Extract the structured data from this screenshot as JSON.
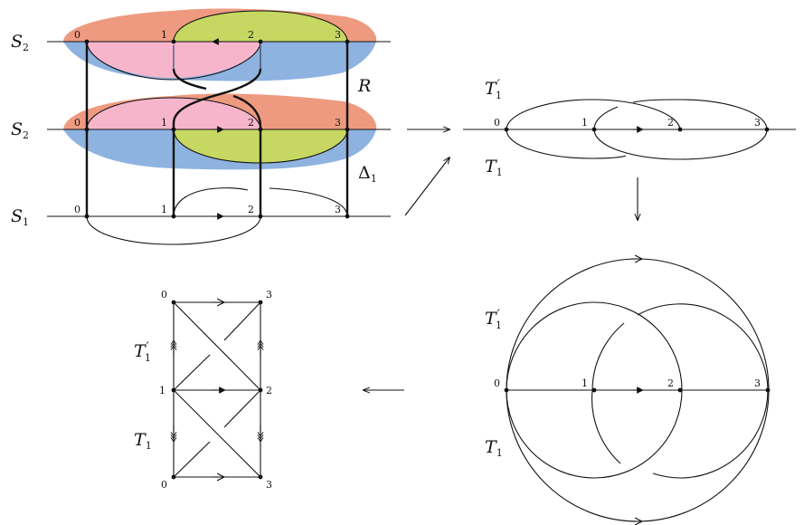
{
  "left_diagram": {
    "row_labels": [
      {
        "name": "S",
        "sub": "2"
      },
      {
        "name": "S",
        "sub": "2"
      },
      {
        "name": "S",
        "sub": "1"
      }
    ],
    "region_labels": [
      {
        "name": "R",
        "sub": ""
      },
      {
        "name": "Δ",
        "sub": "1"
      }
    ],
    "vertex_numbers": [
      "0",
      "1",
      "2",
      "3"
    ]
  },
  "middle_diagram": {
    "label_top": {
      "name": "T",
      "sub": "1",
      "prime": "′"
    },
    "label_bottom": {
      "name": "T",
      "sub": "1"
    },
    "vertex_numbers": [
      "0",
      "1",
      "2",
      "3"
    ]
  },
  "circle_diagram": {
    "label_top": {
      "name": "T",
      "sub": "1",
      "prime": "′"
    },
    "label_bottom": {
      "name": "T",
      "sub": "1"
    },
    "vertex_numbers": [
      "0",
      "1",
      "2",
      "3"
    ]
  },
  "graph_diagram": {
    "label_top": {
      "name": "T",
      "sub": "1",
      "prime": "′"
    },
    "label_bottom": {
      "name": "T",
      "sub": "1"
    },
    "left_vertex_numbers": [
      "0",
      "1",
      "0"
    ],
    "right_vertex_numbers": [
      "3",
      "2",
      "3"
    ]
  },
  "colors": {
    "salmon": "#ee9a80",
    "blue": "#8fb3e0",
    "pink": "#f7b5cc",
    "green": "#c6d862",
    "ink": "#111111"
  }
}
